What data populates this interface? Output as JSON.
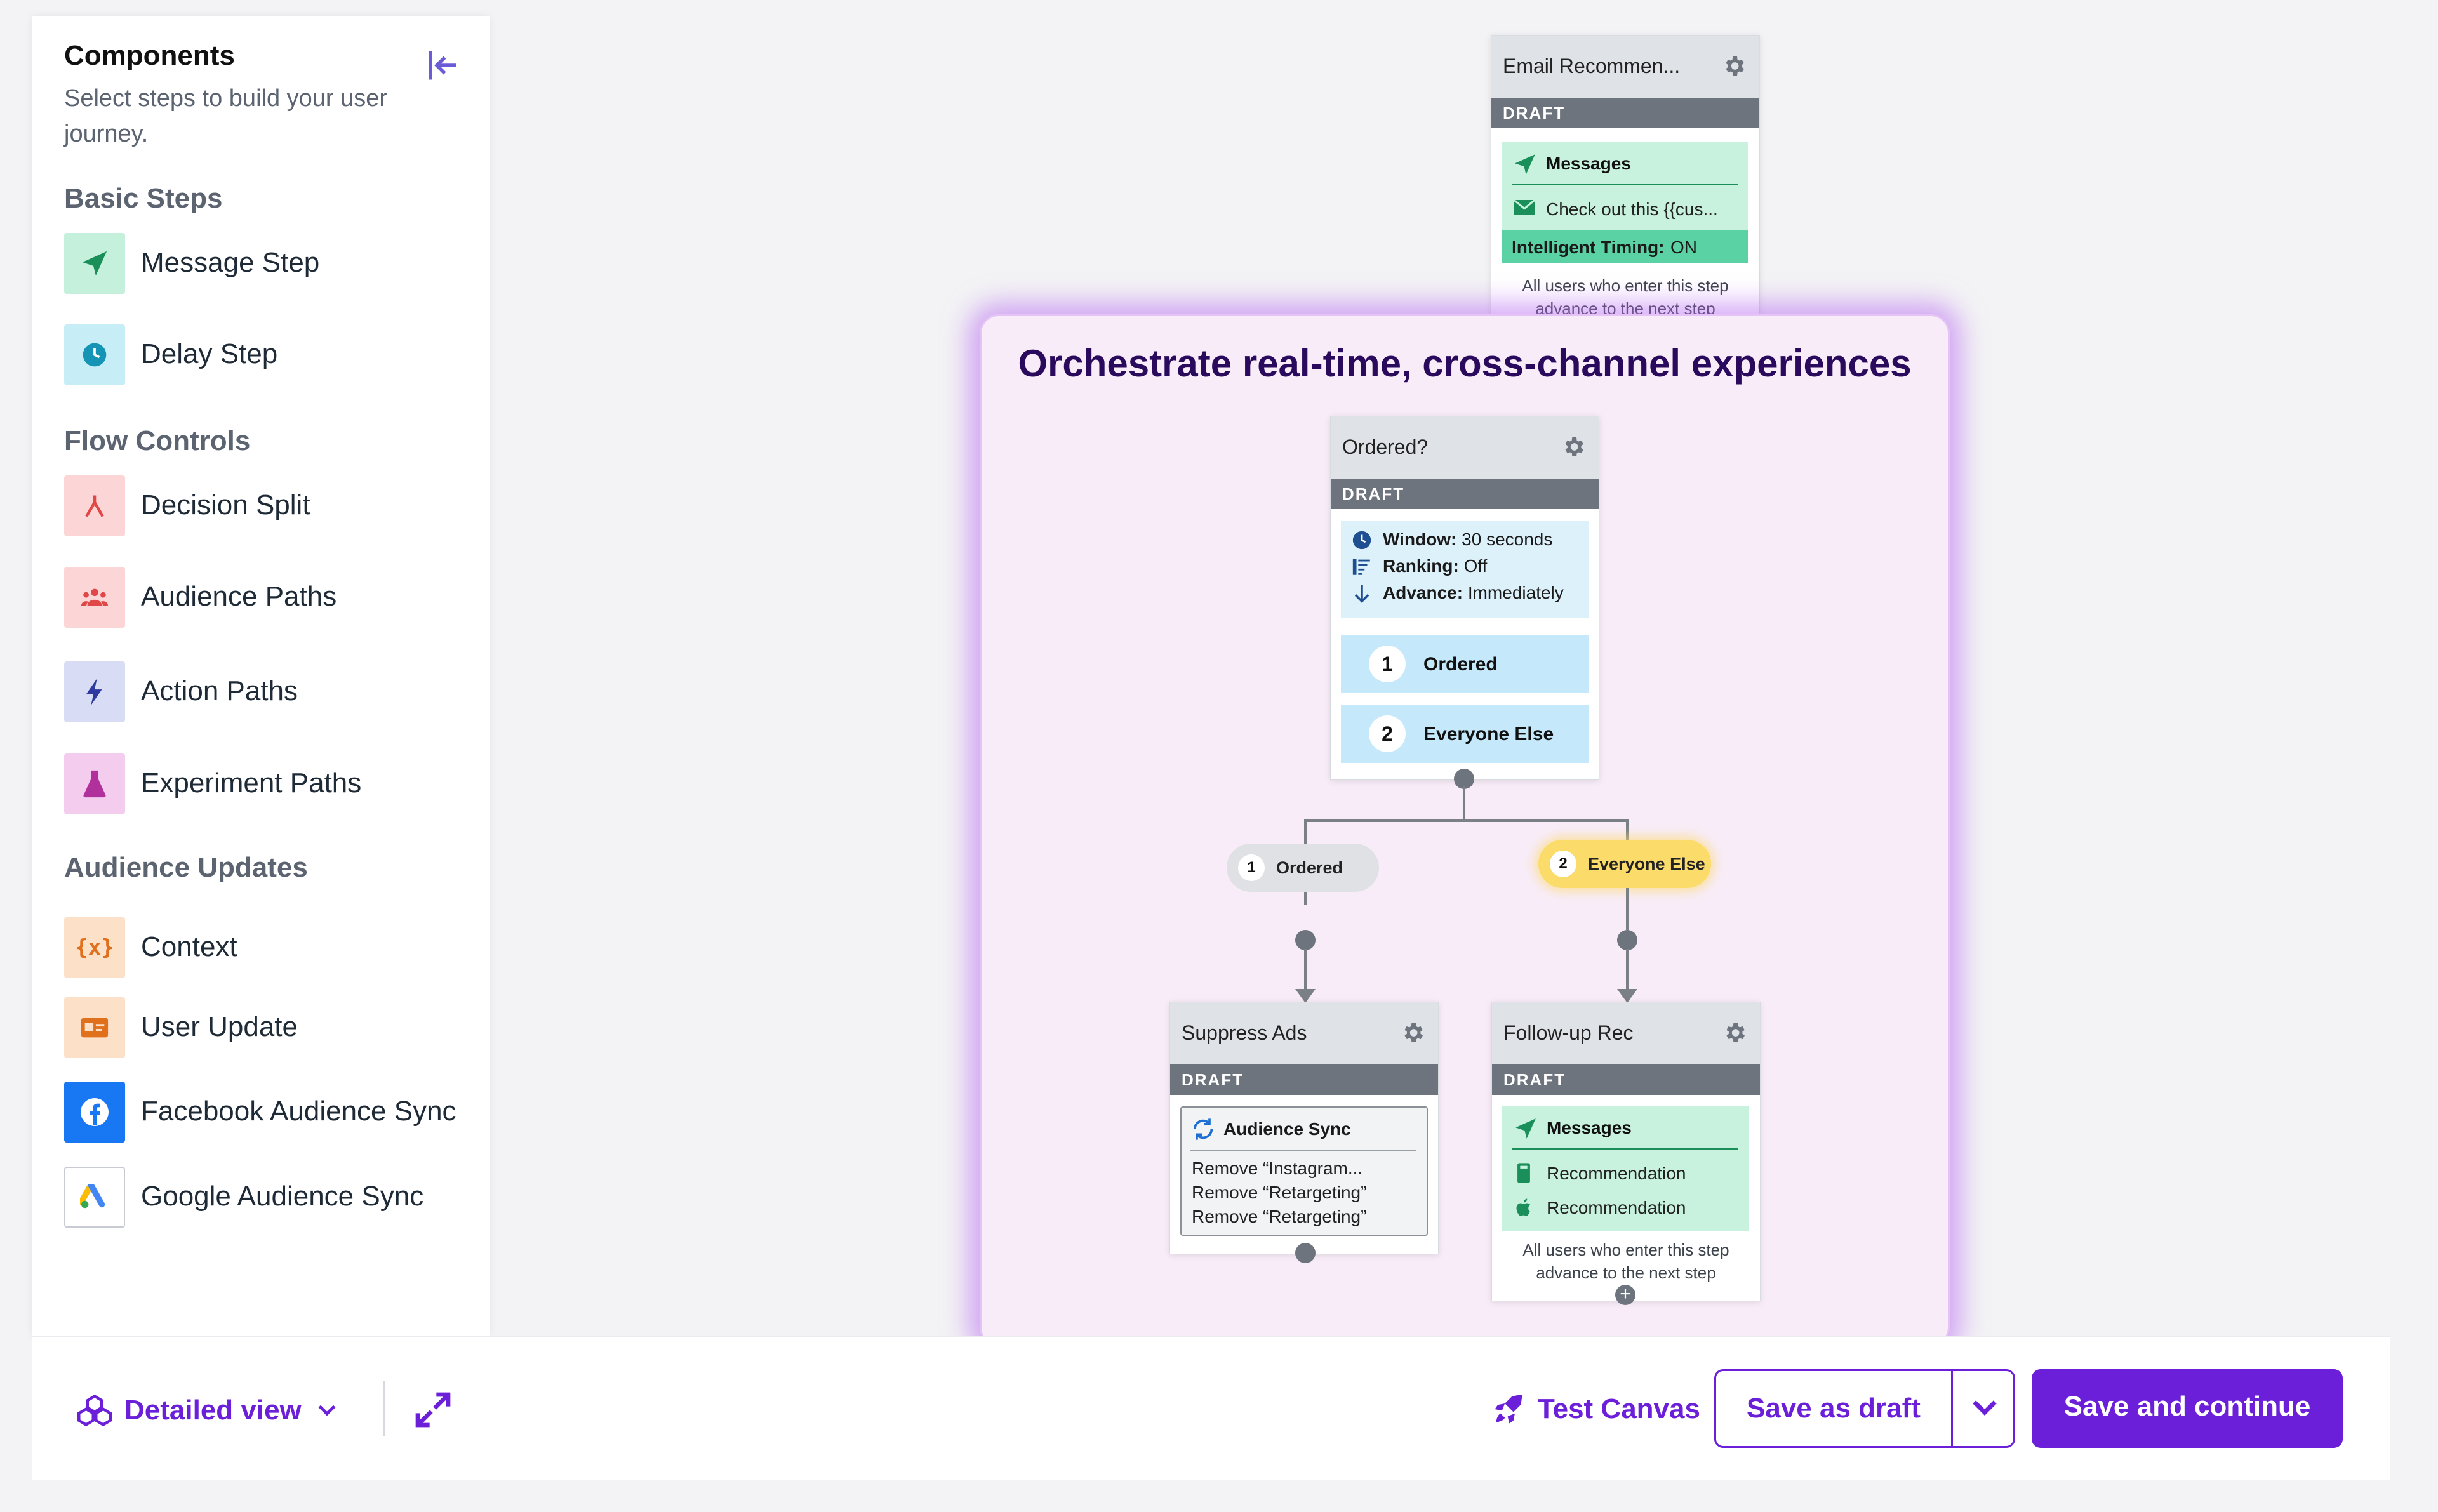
{
  "sidebar": {
    "title": "Components",
    "subtitle": "Select steps to build your user journey.",
    "sections": {
      "basic": "Basic Steps",
      "flow": "Flow Controls",
      "audience": "Audience Updates"
    },
    "items": [
      {
        "label": "Message Step",
        "icon": "paper-plane-icon",
        "color": "#c4f0dc"
      },
      {
        "label": "Delay Step",
        "icon": "clock-icon",
        "color": "#c7eef6"
      },
      {
        "label": "Decision Split",
        "icon": "split-icon",
        "color": "#fcd6d6"
      },
      {
        "label": "Audience Paths",
        "icon": "users-icon",
        "color": "#fcd6d6"
      },
      {
        "label": "Action Paths",
        "icon": "bolt-icon",
        "color": "#d9dcf5"
      },
      {
        "label": "Experiment Paths",
        "icon": "flask-icon",
        "color": "#f4cdee"
      },
      {
        "label": "Context",
        "icon": "braces-icon",
        "color": "#fde0c8"
      },
      {
        "label": "User Update",
        "icon": "id-card-icon",
        "color": "#fde0c8"
      },
      {
        "label": "Facebook Audience Sync",
        "icon": "facebook-icon",
        "color": "#1877f2"
      },
      {
        "label": "Google Audience Sync",
        "icon": "google-ads-icon",
        "color": "#ffffff"
      }
    ]
  },
  "canvas": {
    "email_step": {
      "title": "Email Recommen...",
      "draft": "DRAFT",
      "messages_label": "Messages",
      "message_line": "Check out this {{cus...",
      "timing_label": "Intelligent Timing:",
      "timing_value": "ON",
      "note": "All users who enter this step advance to the next step"
    },
    "highlight_title": "Orchestrate real-time, cross-channel experiences",
    "ordered_step": {
      "title": "Ordered?",
      "draft": "DRAFT",
      "window_label": "Window:",
      "window_value": "30 seconds",
      "ranking_label": "Ranking:",
      "ranking_value": "Off",
      "advance_label": "Advance:",
      "advance_value": "Immediately",
      "paths": [
        {
          "num": "1",
          "label": "Ordered"
        },
        {
          "num": "2",
          "label": "Everyone Else"
        }
      ]
    },
    "pills": [
      {
        "num": "1",
        "label": "Ordered",
        "color": "#dfe1e4"
      },
      {
        "num": "2",
        "label": "Everyone Else",
        "color": "#fbdb6a"
      }
    ],
    "suppress_step": {
      "title": "Suppress Ads",
      "draft": "DRAFT",
      "sync_label": "Audience Sync",
      "lines": [
        "Remove “Instagram...",
        "Remove “Retargeting”",
        "Remove “Retargeting”"
      ]
    },
    "followup_step": {
      "title": "Follow-up Rec",
      "draft": "DRAFT",
      "messages_label": "Messages",
      "lines": [
        "Recommendation",
        "Recommendation"
      ],
      "note": "All users who enter this step advance to the next step"
    }
  },
  "bottombar": {
    "view_label": "Detailed view",
    "test_label": "Test Canvas",
    "draft_label": "Save as draft",
    "save_label": "Save and continue"
  },
  "colors": {
    "accent": "#6b1fd9",
    "highlight_glow": "#b666f0"
  }
}
